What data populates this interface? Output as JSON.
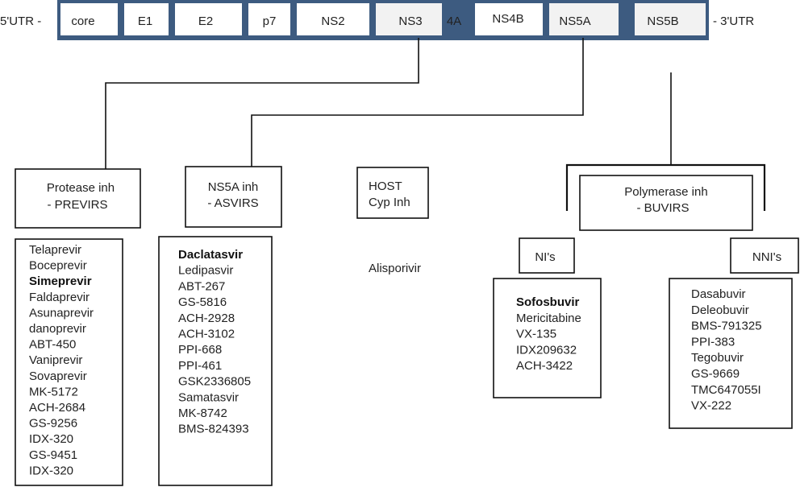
{
  "genome": {
    "utr5": "5'UTR -",
    "utr3": "- 3'UTR",
    "segments": [
      "core",
      "E1",
      "E2",
      "p7",
      "NS2",
      "NS3",
      "4A",
      "NS4B",
      "NS5A",
      "NS5B"
    ]
  },
  "classes": {
    "protease": {
      "line1": "Protease inh",
      "line2": "- PREVIRS"
    },
    "ns5a": {
      "line1": "NS5A inh",
      "line2": "- ASVIRS"
    },
    "host": {
      "line1": "HOST",
      "line2": "Cyp Inh"
    },
    "polymerase": {
      "line1": "Polymerase inh",
      "line2": "- BUVIRS"
    },
    "ni": {
      "label": "NI's"
    },
    "nni": {
      "label": "NNI's"
    }
  },
  "drugs": {
    "protease": [
      "Telaprevir",
      "Boceprevir",
      "Simeprevir",
      "Faldaprevir",
      "Asunaprevir",
      "danoprevir",
      "ABT-450",
      "Vaniprevir",
      "Sovaprevir",
      "MK-5172",
      "ACH-2684",
      "GS-9256",
      "IDX-320",
      "GS-9451",
      "IDX-320"
    ],
    "ns5a": [
      "Daclatasvir",
      "Ledipasvir",
      "ABT-267",
      "GS-5816",
      "ACH-2928",
      "ACH-3102",
      "PPI-668",
      "PPI-461",
      "GSK2336805",
      "Samatasvir",
      "MK-8742",
      "BMS-824393"
    ],
    "host": "Alisporivir",
    "ni": [
      "Sofosbuvir",
      "Mericitabine",
      "VX-135",
      "IDX209632",
      "ACH-3422"
    ],
    "nni": [
      "Dasabuvir",
      "Deleobuvir",
      "BMS-791325",
      "PPI-383",
      "Tegobuvir",
      "GS-9669",
      "TMC647055I",
      "VX-222"
    ]
  },
  "colors": {
    "gene_border": "#3d5b80",
    "ink": "#111111"
  }
}
